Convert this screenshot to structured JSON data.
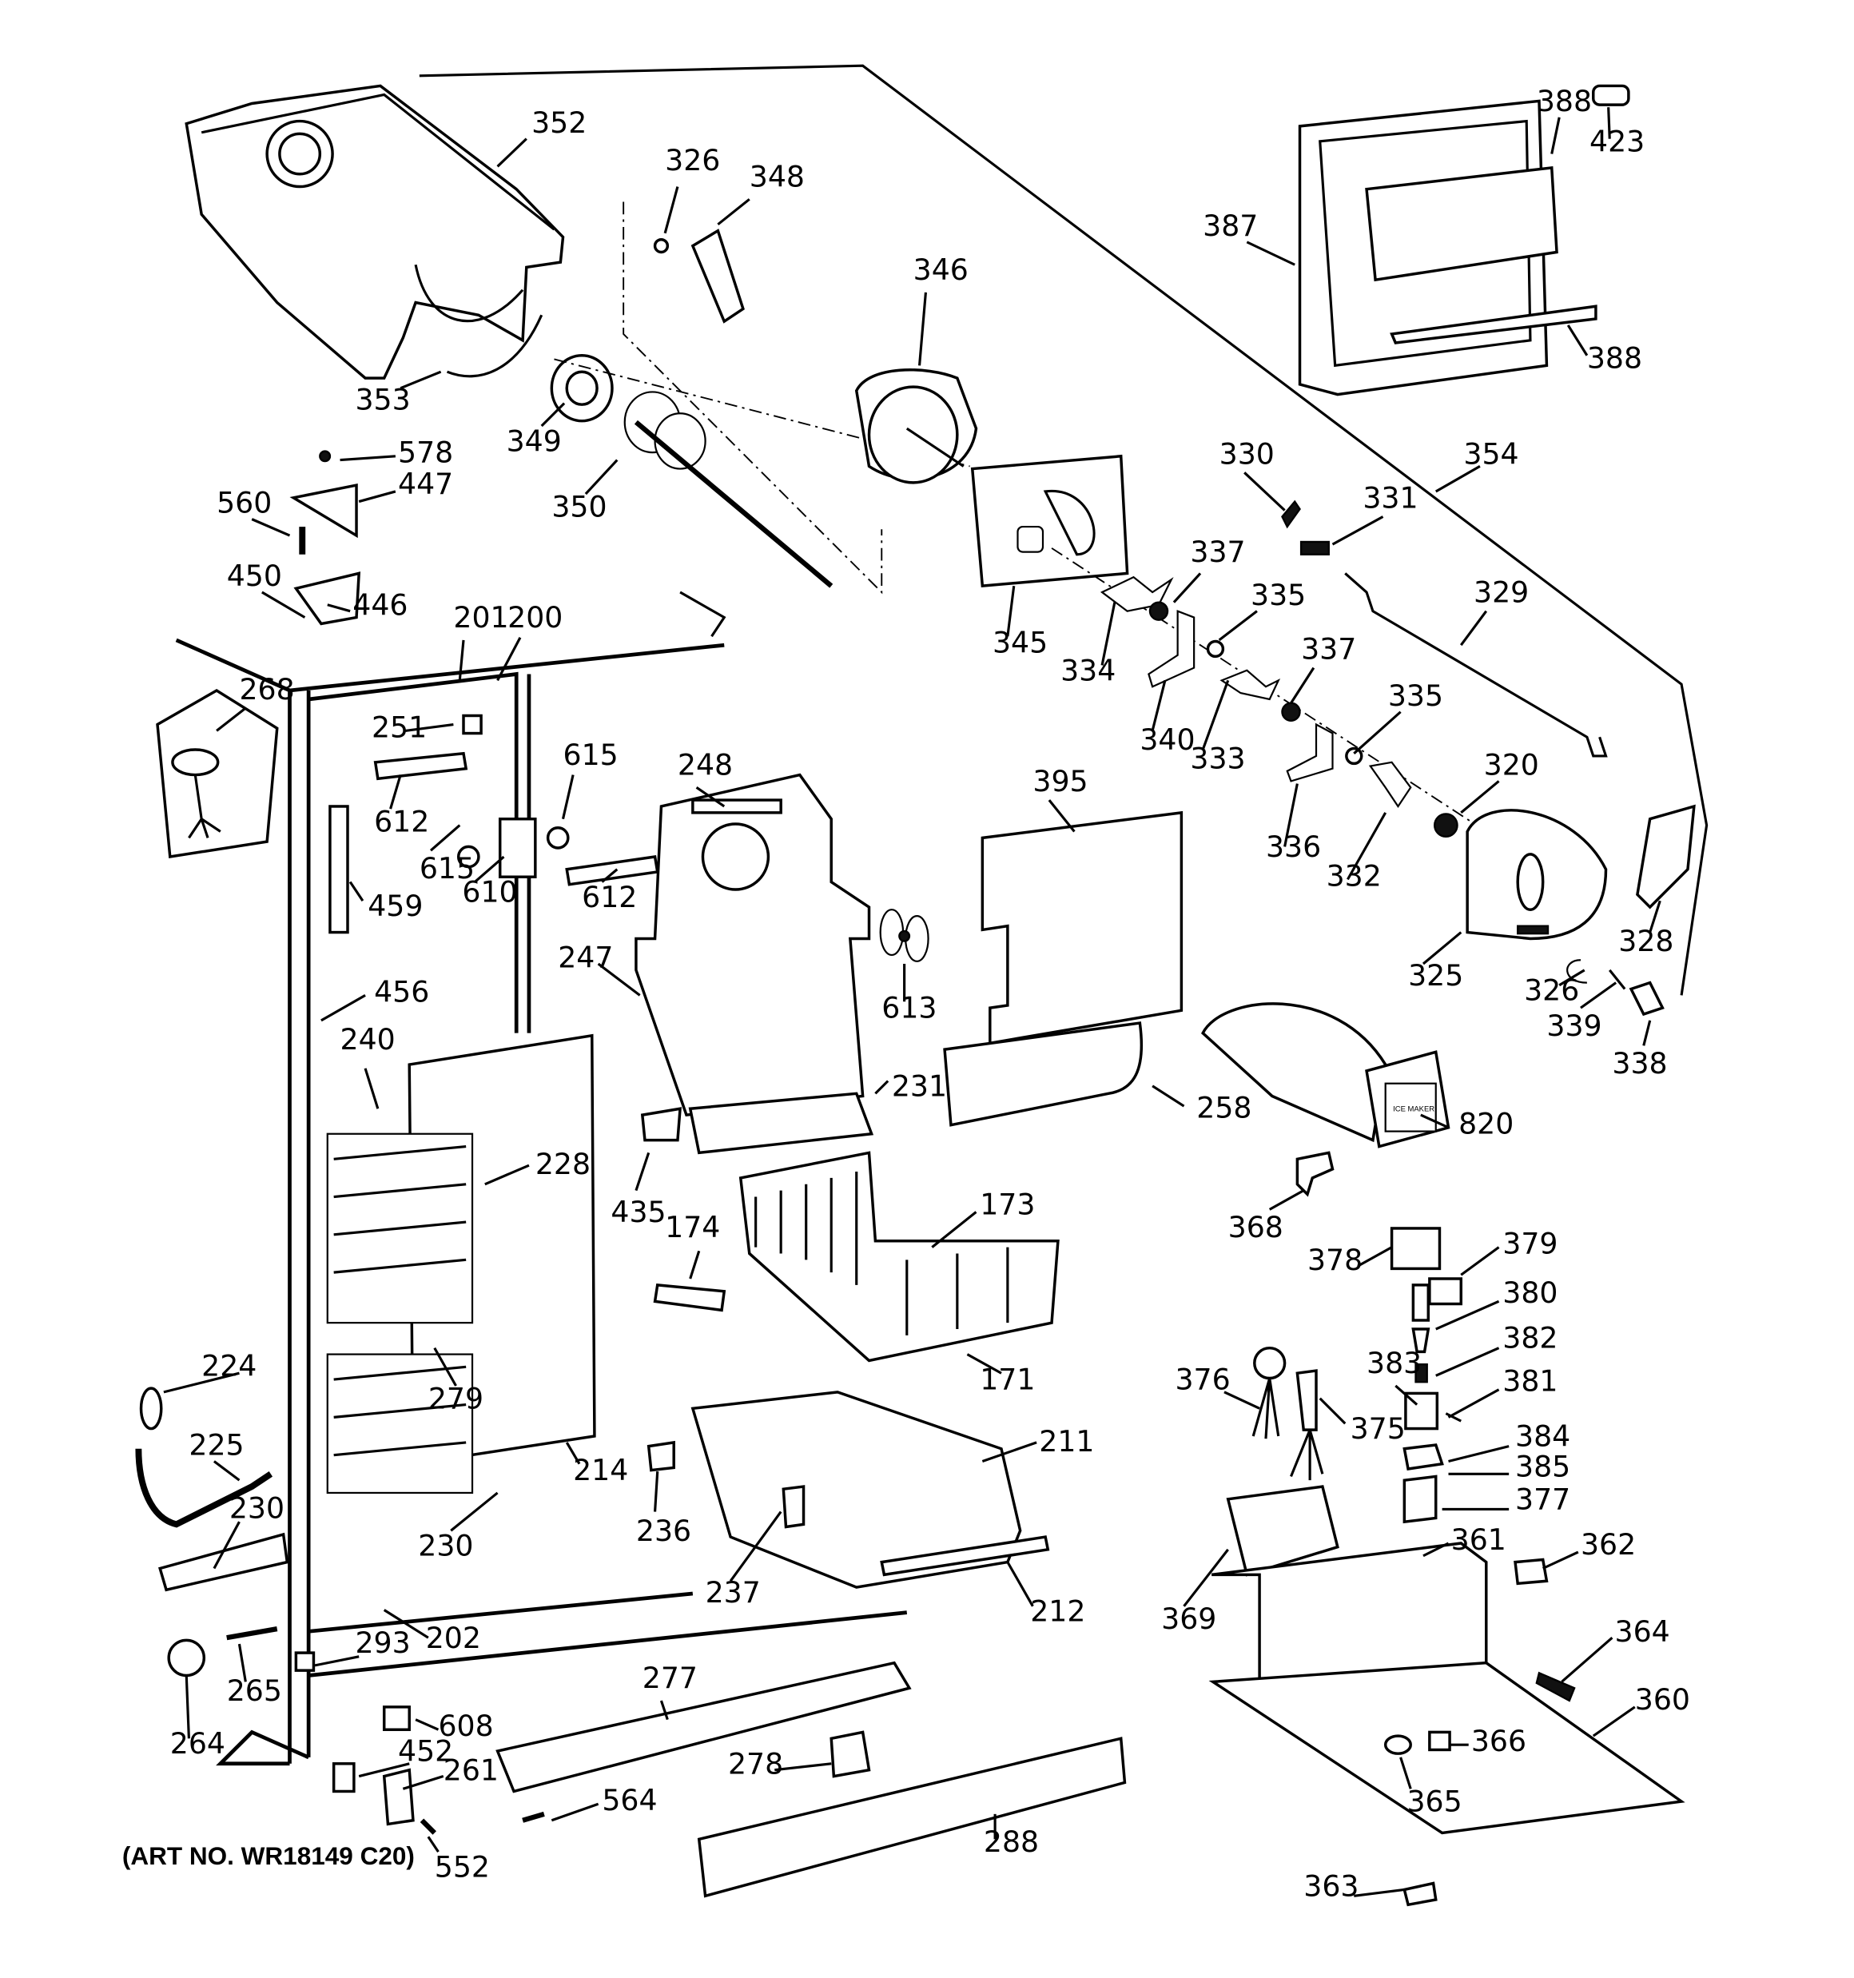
{
  "title": "Refrigerator freezer section exploded parts diagram",
  "art_number": "(ART NO. WR18149 C20)",
  "ice_maker_badge": "ICE MAKER",
  "part_labels": [
    "352",
    "353",
    "349",
    "350",
    "326",
    "348",
    "346",
    "345",
    "578",
    "447",
    "560",
    "450",
    "446",
    "387",
    "388",
    "423",
    "388",
    "354",
    "330",
    "331",
    "329",
    "337",
    "334",
    "340",
    "335",
    "333",
    "337",
    "335",
    "336",
    "332",
    "320",
    "325",
    "328",
    "326",
    "339",
    "338",
    "395",
    "258",
    "820",
    "201",
    "200",
    "268",
    "251",
    "612",
    "615",
    "610",
    "615",
    "612",
    "248",
    "247",
    "613",
    "459",
    "456",
    "240",
    "228",
    "231",
    "435",
    "173",
    "174",
    "171",
    "224",
    "225",
    "230",
    "279",
    "230",
    "214",
    "236",
    "211",
    "237",
    "212",
    "202",
    "293",
    "265",
    "264",
    "277",
    "608",
    "452",
    "261",
    "552",
    "564",
    "278",
    "288",
    "368",
    "378",
    "379",
    "380",
    "382",
    "383",
    "381",
    "376",
    "375",
    "384",
    "385",
    "377",
    "369",
    "361",
    "362",
    "364",
    "360",
    "366",
    "365",
    "363"
  ]
}
